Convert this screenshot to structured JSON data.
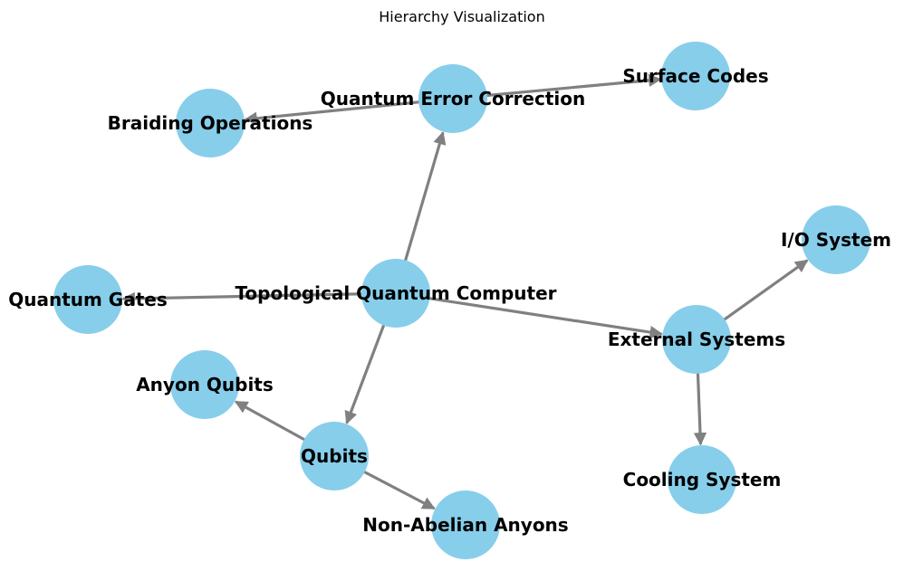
{
  "title": "Hierarchy Visualization",
  "colors": {
    "node_fill": "#87ceeb",
    "edge": "#808080",
    "label": "#000000"
  },
  "nodes": [
    {
      "id": "topological-quantum-computer",
      "label": "Topological Quantum Computer"
    },
    {
      "id": "quantum-error-correction",
      "label": "Quantum Error Correction"
    },
    {
      "id": "surface-codes",
      "label": "Surface Codes"
    },
    {
      "id": "braiding-operations",
      "label": "Braiding Operations"
    },
    {
      "id": "quantum-gates",
      "label": "Quantum Gates"
    },
    {
      "id": "external-systems",
      "label": "External Systems"
    },
    {
      "id": "io-system",
      "label": "I/O System"
    },
    {
      "id": "cooling-system",
      "label": "Cooling System"
    },
    {
      "id": "qubits",
      "label": "Qubits"
    },
    {
      "id": "anyon-qubits",
      "label": "Anyon Qubits"
    },
    {
      "id": "non-abelian-anyons",
      "label": "Non-Abelian Anyons"
    }
  ],
  "edges": [
    {
      "from": "topological-quantum-computer",
      "to": "quantum-error-correction"
    },
    {
      "from": "topological-quantum-computer",
      "to": "quantum-gates"
    },
    {
      "from": "topological-quantum-computer",
      "to": "external-systems"
    },
    {
      "from": "topological-quantum-computer",
      "to": "qubits"
    },
    {
      "from": "quantum-error-correction",
      "to": "surface-codes"
    },
    {
      "from": "quantum-error-correction",
      "to": "braiding-operations"
    },
    {
      "from": "external-systems",
      "to": "io-system"
    },
    {
      "from": "external-systems",
      "to": "cooling-system"
    },
    {
      "from": "qubits",
      "to": "anyon-qubits"
    },
    {
      "from": "qubits",
      "to": "non-abelian-anyons"
    }
  ]
}
